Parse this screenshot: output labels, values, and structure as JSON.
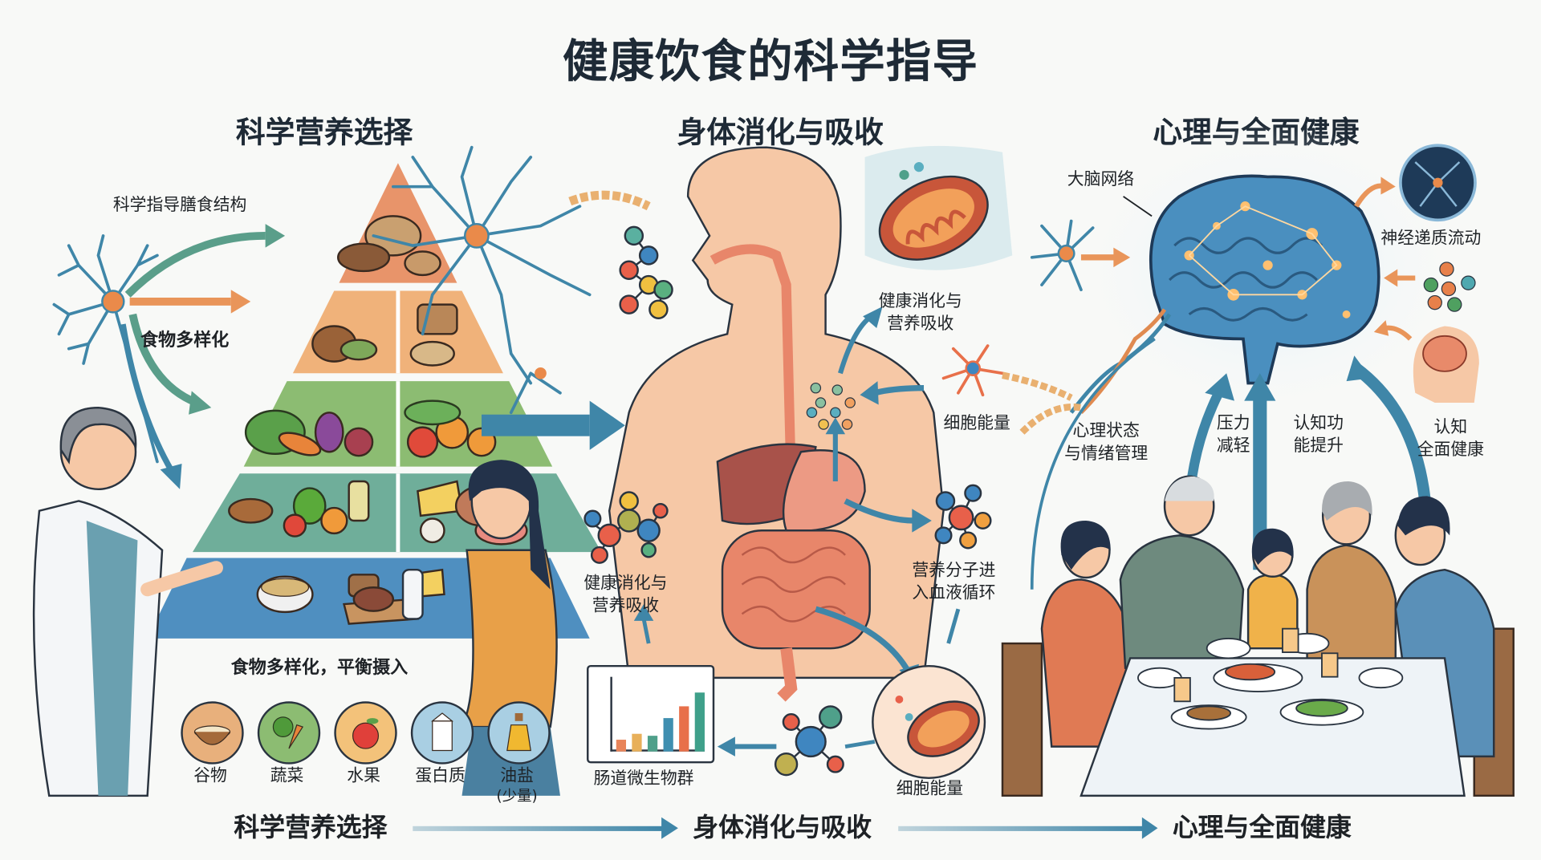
{
  "title": "健康饮食的科学指导",
  "sections": [
    {
      "title": "科学营养选择"
    },
    {
      "title": "身体消化与吸收"
    },
    {
      "title": "心理与全面健康"
    }
  ],
  "left": {
    "pyramid_label_top": "科学指导膳食结构",
    "pyramid_label_mid": "食物多样化",
    "caption": "食物多样化，平衡摄入",
    "pyramid_colors": {
      "top": "#e8946a",
      "second": "#f0b27a",
      "third": "#8cbc72",
      "fourth": "#6fae9a",
      "base": "#4f8fc0"
    },
    "food_groups": [
      {
        "label": "谷物",
        "icon": "rice-bowl-icon",
        "color": "#e8b07c"
      },
      {
        "label": "蔬菜",
        "icon": "vegetable-icon",
        "color": "#8cbc72"
      },
      {
        "label": "水果",
        "icon": "apple-icon",
        "color": "#f3c27a"
      },
      {
        "label": "蛋白质",
        "icon": "milk-carton-icon",
        "color": "#a9cfe3"
      },
      {
        "label": "油盐",
        "sublabel": "(少量)",
        "icon": "oil-bottle-icon",
        "color": "#a9cfe3"
      }
    ]
  },
  "middle": {
    "label_digest_top": "健康消化与\n营养吸收",
    "label_cell_energy_top": "细胞能量",
    "label_digest_left": "健康消化与\n营养吸收",
    "label_blood": "营养分子进\n入血液循环",
    "label_microbiome": "肠道微生物群",
    "label_cell_energy_bottom": "细胞能量",
    "microbiome_bars": [
      {
        "h": 12,
        "color": "#e8845a"
      },
      {
        "h": 18,
        "color": "#e8b05a"
      },
      {
        "h": 16,
        "color": "#4fa08a"
      },
      {
        "h": 34,
        "color": "#3f8fb0"
      },
      {
        "h": 46,
        "color": "#e8704a"
      },
      {
        "h": 60,
        "color": "#3fa08a"
      }
    ]
  },
  "right": {
    "label_brain": "大脑网络",
    "label_neuro": "神经递质流动",
    "label_mental": "心理状态\n与情绪管理",
    "label_stress": "压力\n减轻",
    "label_cognitive": "认知功\n能提升",
    "label_overall": "认知\n全面健康"
  },
  "footer": {
    "steps": [
      "科学营养选择",
      "身体消化与吸收",
      "心理与全面健康"
    ]
  },
  "colors": {
    "arrow_blue": "#3f86a8",
    "arrow_orange": "#e9955a",
    "arrow_green": "#5a9e8a",
    "skin": "#f6c8a6",
    "organ": "#e8866a",
    "brain": "#4a8fbf"
  }
}
